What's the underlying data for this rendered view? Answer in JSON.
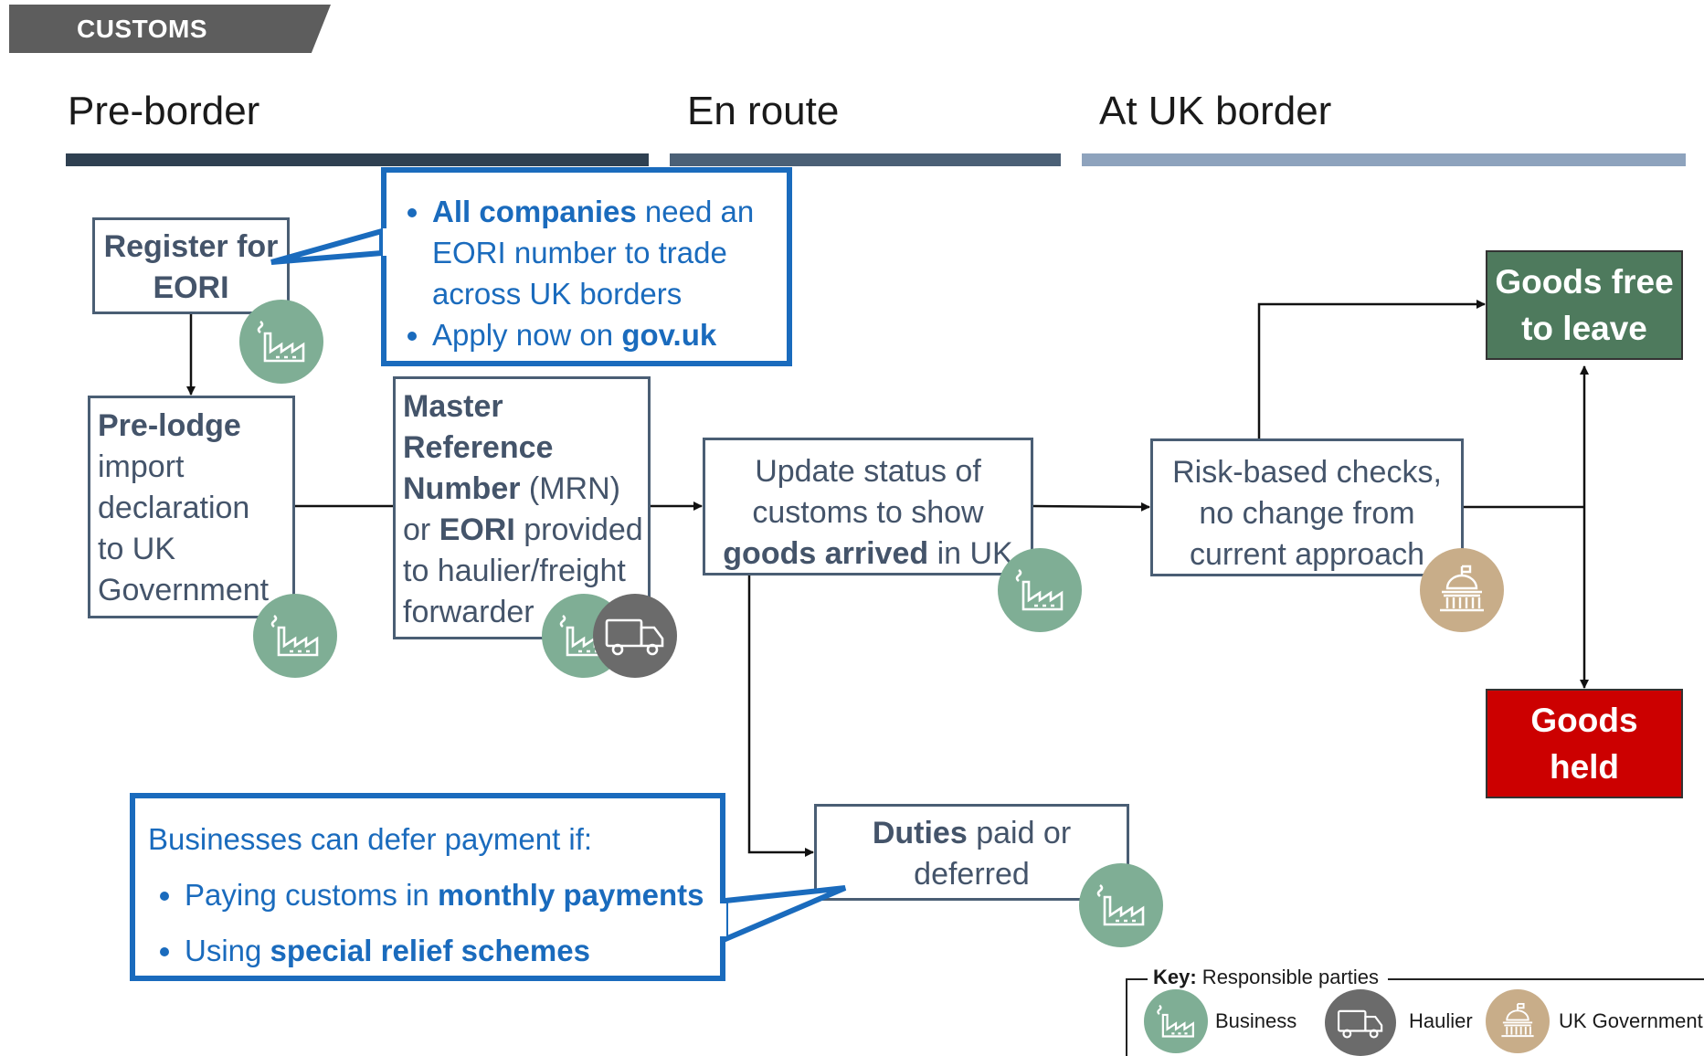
{
  "tag": "CUSTOMS",
  "phases": [
    "Pre-border",
    "En route",
    "At UK border"
  ],
  "colors": {
    "bar_pre": "#2f4051",
    "bar_enroute": "#4b6076",
    "bar_border": "#8ea3bd",
    "box_border": "#4a5e74",
    "box_text": "#44546a",
    "callout_blue": "#1a6bbd",
    "business": "#7fae95",
    "haulier": "#6b6b6b",
    "government": "#c8ad89",
    "goods_free": "#4e7a5d",
    "goods_held": "#cc0000"
  },
  "boxes": {
    "register": {
      "l1": "Register for",
      "l2": "EORI"
    },
    "prelodge": {
      "b": "Pre-lodge",
      "rest": [
        "import",
        "declaration",
        "to UK",
        "Government"
      ]
    },
    "mrn": {
      "b1": "Master",
      "b2": "Reference",
      "b3": "Number",
      "t3": " (MRN)",
      "t4a": "or ",
      "b4": "EORI",
      "t4b": " provided",
      "t5": "to haulier/freight",
      "t6": "forwarder"
    },
    "update": {
      "l1": "Update status of",
      "l2": "customs to show",
      "b3": "goods arrived",
      "t3": " in UK"
    },
    "risk": {
      "l1": "Risk-based checks,",
      "l2": "no change from",
      "l3": "current approach"
    },
    "duties": {
      "b1": "Duties",
      "t1": " paid or",
      "l2": "deferred"
    },
    "free": {
      "l1": "Goods free",
      "l2": "to leave"
    },
    "held": {
      "l1": "Goods",
      "l2": "held"
    }
  },
  "callout_eori": {
    "b1": "All companies",
    "t1": " need an EORI number to trade across UK borders",
    "t2": "Apply now on ",
    "b2": "gov.uk"
  },
  "callout_defer": {
    "intro": "Businesses can defer payment if:",
    "t1": "Paying customs in ",
    "b1": "monthly payments",
    "t2": "Using ",
    "b2": "special relief schemes"
  },
  "key": {
    "title_b": "Key:",
    "title": " Responsible parties",
    "items": [
      "Business",
      "Haulier",
      "UK Government"
    ]
  },
  "icons": [
    "factory-icon",
    "truck-icon",
    "government-building-icon"
  ]
}
